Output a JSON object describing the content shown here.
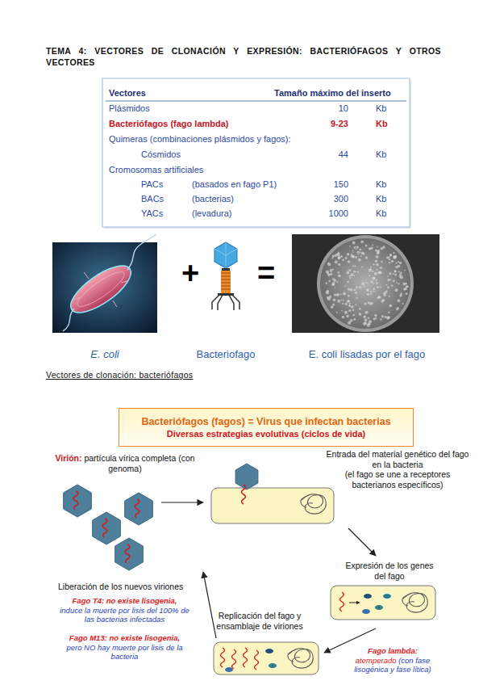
{
  "diagram": {
    "title": "TEMA 4: VECTORES DE CLONACIÓN Y EXPRESIÓN: BACTERIÓFAGOS Y OTROS VECTORES",
    "nodes": [
      {
        "text": [
          "Bacteriófagos (fagos) = Virus que infectan bacterias",
          "Diversas estrategias evolutivas (ciclos de vida)"
        ]
      }
    ],
    "labels": [
      "Vectores",
      "Tamaño máximo del inserto",
      "Plásmidos",
      "10",
      "Kb",
      "Bacteriófagos (fago lambda)",
      "9-23",
      "Kb",
      "Quimeras (combinaciones plásmidos y fagos):",
      "Cósmidos",
      "44",
      "Kb",
      "Cromosomas artificiales",
      "PACs",
      "(basados en fago P1)",
      "150",
      "Kb",
      "BACs",
      "(bacterias)",
      "300",
      "Kb",
      "YACs",
      "(levadura)",
      "1000",
      "Kb",
      "+",
      "=",
      "E. coli",
      "Bacteriofago",
      "E. coli lisadas por el fago",
      "Vectores de clonación: bacteriófagos",
      "Virión:",
      "partícula vírica completa (con genoma)",
      "Entrada del material genético del fago en la bacteria",
      "(el fago se une a receptores bacterianos específicos)",
      "Expresión de los genes del fago",
      "Fago lambda:",
      "atemperado",
      "(con fase lisogénica y fase lítica)",
      "Replicación del fago y ensamblaje de viriones",
      "Liberación de los nuevos viriones",
      "Fago T4: no existe lisogenia,",
      "induce la muerte por lisis del 100% de las bacterias infectadas",
      "Fago M13: no existe lisogenia,",
      "pero NO hay muerte por lisis de la bacteria"
    ]
  }
}
